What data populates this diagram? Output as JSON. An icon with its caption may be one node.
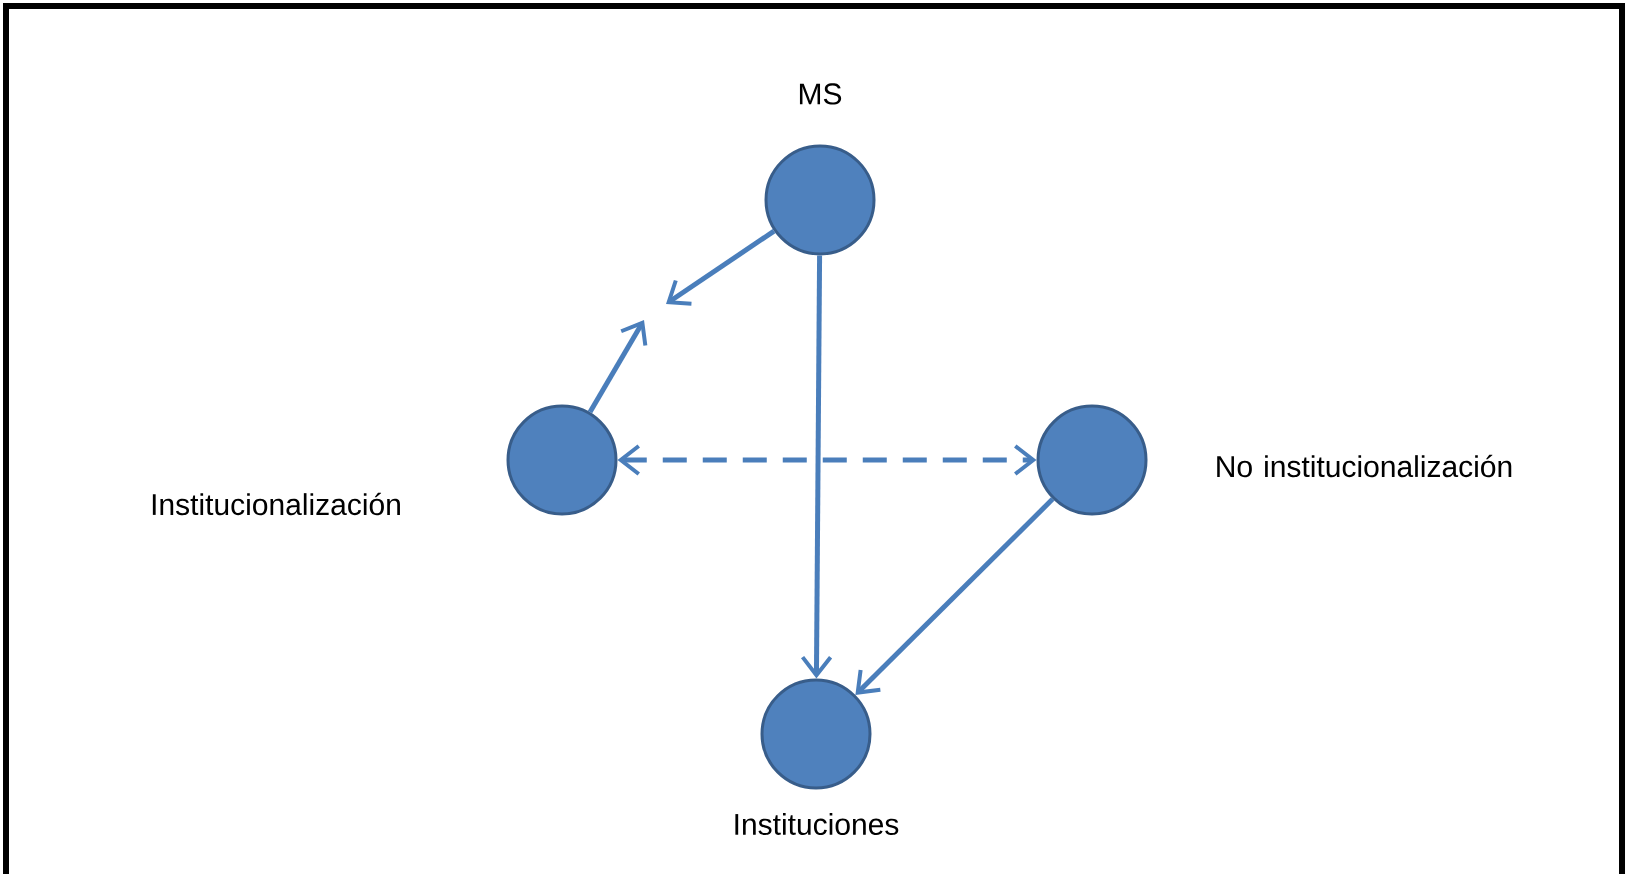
{
  "diagram": {
    "nodes": [
      {
        "text": [],
        "shape": "circle",
        "beside": [
          "MS"
        ]
      },
      {
        "text": [],
        "shape": "circle",
        "beside": [
          "Institucionalización"
        ]
      },
      {
        "text": [],
        "shape": "circle",
        "beside": [
          "No institucionalización"
        ]
      },
      {
        "text": [],
        "shape": "circle",
        "beside": [
          "Instituciones"
        ]
      }
    ],
    "edges": [
      {
        "from": 0,
        "to": null,
        "arrow": "to"
      },
      {
        "from": 1,
        "to": null,
        "arrow": "to"
      },
      {
        "from": 1,
        "to": 2,
        "arrow": "both",
        "style": "dashed"
      },
      {
        "from": 0,
        "to": 3,
        "arrow": "to"
      },
      {
        "from": 2,
        "to": 3,
        "arrow": "to"
      }
    ]
  }
}
